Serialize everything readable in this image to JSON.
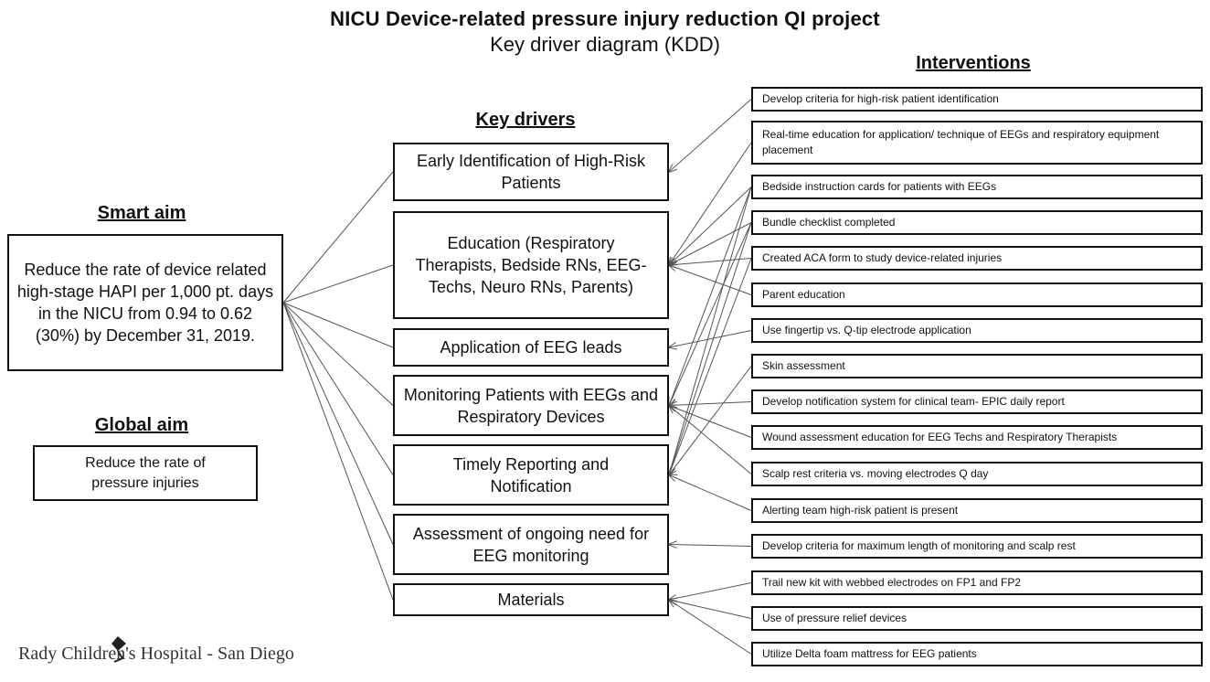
{
  "title": "NICU Device-related pressure injury  reduction QI project",
  "subtitle": "Key driver diagram (KDD)",
  "headings": {
    "smart_aim": "Smart aim",
    "global_aim": "Global aim",
    "key_drivers": "Key drivers",
    "interventions": "Interventions"
  },
  "smart_aim_text": "Reduce the rate of device related high-stage HAPI per 1,000 pt. days in the NICU from 0.94 to 0.62 (30%) by December 31, 2019.",
  "global_aim_text": "Reduce the rate of pressure injuries",
  "key_drivers": [
    "Early Identification of High-Risk Patients",
    "Education (Respiratory Therapists, Bedside RNs, EEG-Techs, Neuro RNs, Parents)",
    "Application of EEG leads",
    "Monitoring Patients with EEGs and Respiratory Devices",
    "Timely Reporting and Notification",
    "Assessment of ongoing need for EEG monitoring",
    "Materials"
  ],
  "interventions": [
    "Develop criteria for high-risk patient identification",
    "Real-time education for application/ technique of EEGs and respiratory equipment placement",
    "Bedside instruction cards for patients with EEGs",
    "Bundle checklist completed",
    "Created ACA form  to study device-related injuries",
    "Parent education",
    "Use fingertip vs. Q-tip electrode application",
    "Skin assessment",
    "Develop notification system for clinical team- EPIC daily report",
    "Wound assessment education for EEG Techs and Respiratory Therapists",
    "Scalp rest criteria vs. moving electrodes Q day",
    "Alerting team high-risk patient is present",
    "Develop criteria for maximum length of monitoring and scalp rest",
    "Trail new kit with webbed electrodes on FP1 and FP2",
    "Use of pressure relief devices",
    "Utilize Delta foam mattress for EEG patients"
  ],
  "links": [
    {
      "from": 0,
      "to": 0
    },
    {
      "from": 1,
      "to": 1
    },
    {
      "from": 2,
      "to": 1
    },
    {
      "from": 3,
      "to": 1
    },
    {
      "from": 4,
      "to": 1
    },
    {
      "from": 5,
      "to": 1
    },
    {
      "from": 2,
      "to": 3
    },
    {
      "from": 3,
      "to": 3
    },
    {
      "from": 6,
      "to": 2
    },
    {
      "from": 2,
      "to": 4
    },
    {
      "from": 3,
      "to": 4
    },
    {
      "from": 4,
      "to": 4
    },
    {
      "from": 7,
      "to": 4
    },
    {
      "from": 9,
      "to": 3
    },
    {
      "from": 10,
      "to": 3
    },
    {
      "from": 8,
      "to": 3
    },
    {
      "from": 11,
      "to": 4
    },
    {
      "from": 12,
      "to": 5
    },
    {
      "from": 13,
      "to": 6
    },
    {
      "from": 14,
      "to": 6
    },
    {
      "from": 15,
      "to": 6
    }
  ],
  "logo_text": "Rady Children's Hospital - San Diego",
  "colors": {
    "line": "#555555",
    "border": "#111111",
    "text": "#111111"
  }
}
